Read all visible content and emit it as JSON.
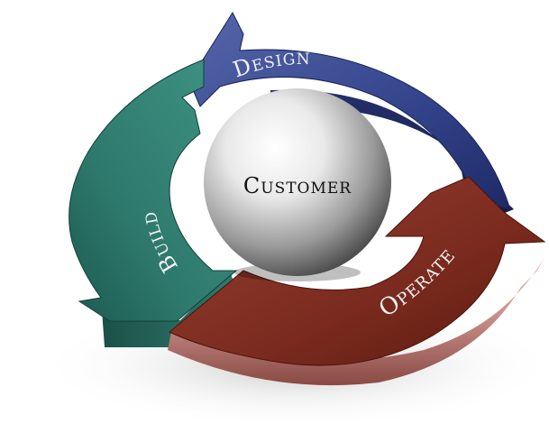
{
  "diagram": {
    "center_label": "Customer",
    "stages": [
      {
        "label": "Design",
        "color": "#3a4a8e"
      },
      {
        "label": "Operate",
        "color": "#7a2a1e"
      },
      {
        "label": "Build",
        "color": "#2f7a6e"
      }
    ]
  }
}
